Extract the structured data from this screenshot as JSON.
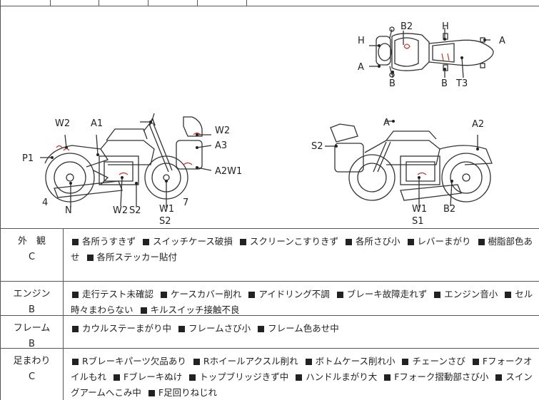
{
  "labels": {
    "left_bike": [
      "W2",
      "A1",
      "A",
      "W2",
      "A3",
      "P1",
      "A2W1",
      "4",
      "N",
      "W2",
      "S2",
      "W1",
      "7",
      "S2"
    ],
    "right_bike": [
      "A",
      "A2",
      "S2",
      "W1",
      "B2",
      "S1"
    ],
    "top_view": [
      "B2",
      "H",
      "H",
      "A",
      "A",
      "B",
      "B",
      "T3"
    ]
  },
  "sections": [
    {
      "category": "外　観",
      "grade": "C",
      "items": [
        "各所うすきず",
        "スイッチケース破損",
        "スクリーンこすりきず",
        "各所さび小",
        "レバーまがり",
        "樹脂部色あせ",
        "各所ステッカー貼付"
      ]
    },
    {
      "category": "エンジン",
      "grade": "B",
      "items": [
        "走行テスト未確認",
        "ケースカバー削れ",
        "アイドリング不調",
        "ブレーキ故障走れず",
        "エンジン音小",
        "セル時々まわらない",
        "キルスイッチ接触不良"
      ]
    },
    {
      "category": "フレーム",
      "grade": "B",
      "items": [
        "カウルステーまがり中",
        "フレームさび小",
        "フレーム色あせ中"
      ]
    },
    {
      "category": "足まわり",
      "grade": "C",
      "items": [
        "Rブレーキパーツ欠品あり",
        "Rホイールアクスル削れ",
        "ボトムケース削れ小",
        "チェーンさび",
        "Fフォークオイルもれ",
        "Fブレーキぬけ",
        "トップブリッジきず中",
        "ハンドルまがり大",
        "Fフォーク摺動部さび小",
        "スイングアームへこみ中",
        "F足回りねじれ"
      ]
    }
  ]
}
